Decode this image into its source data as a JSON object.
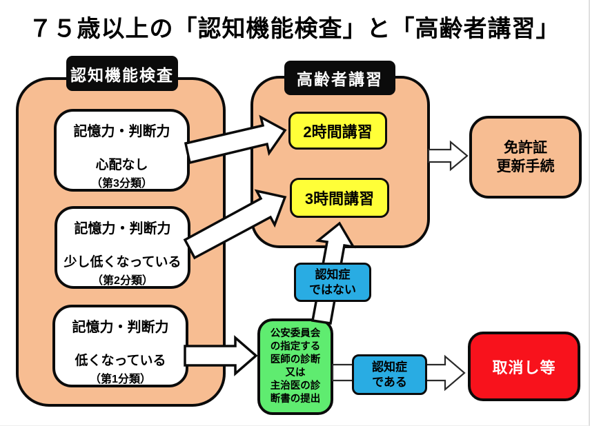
{
  "title": "７５歳以上の「認知機能検査」と「高齢者講習」",
  "colors": {
    "peach": "#F7BD92",
    "yellow": "#FFFF38",
    "blue": "#29ACE3",
    "green": "#5FEC70",
    "red": "#F8121C",
    "ink": "#0b0b0b"
  },
  "left_panel": {
    "label": "認知機能検査",
    "boxes": [
      {
        "line1": "記憶力・判断力",
        "line2": "心配なし",
        "line3": "（第3分類）"
      },
      {
        "line1": "記憶力・判断力",
        "line2": "少し低くなっている",
        "line3": "（第2分類）"
      },
      {
        "line1": "記憶力・判断力",
        "line2": "低くなっている",
        "line3": "（第1分類）"
      }
    ]
  },
  "right_panel": {
    "label": "高齢者講習",
    "courses": [
      "2時間講習",
      "3時間講習"
    ]
  },
  "renewal_box": {
    "line1": "免許証",
    "line2": "更新手続"
  },
  "not_dementia_box": {
    "line1": "認知症",
    "line2": "ではない"
  },
  "dementia_box": {
    "line1": "認知症",
    "line2": "である"
  },
  "doctor_box": {
    "lines": [
      "公安委員会",
      "の指定する",
      "医師の診断",
      "又は",
      "主治医の診",
      "断書の提出"
    ]
  },
  "revoke_box": {
    "label": "取消し等"
  }
}
